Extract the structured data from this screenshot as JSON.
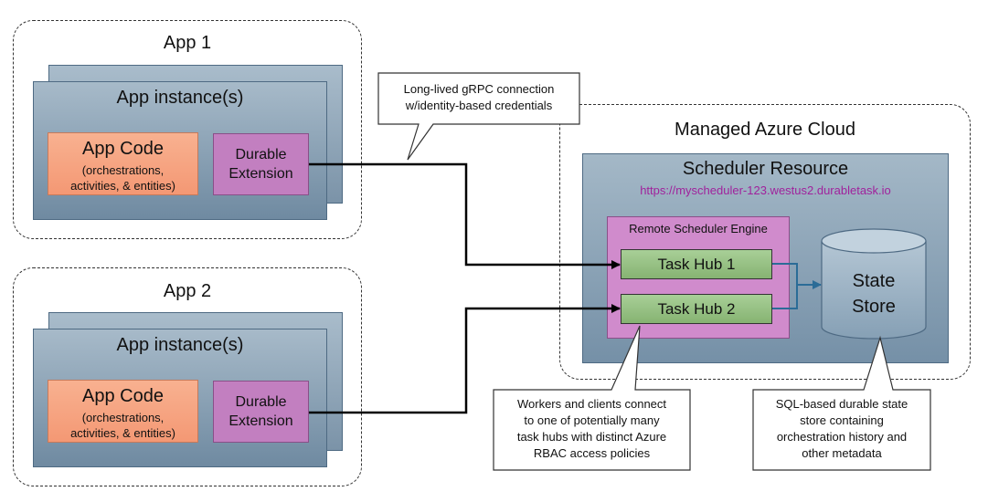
{
  "app1": {
    "title": "App 1",
    "instance_title": "App instance(s)",
    "code_title": "App Code",
    "code_sub1": "(orchestrations,",
    "code_sub2": "activities, & entities)",
    "ext_line1": "Durable",
    "ext_line2": "Extension"
  },
  "app2": {
    "title": "App 2",
    "instance_title": "App instance(s)",
    "code_title": "App Code",
    "code_sub1": "(orchestrations,",
    "code_sub2": "activities, & entities)",
    "ext_line1": "Durable",
    "ext_line2": "Extension"
  },
  "callouts": {
    "grpc_line1": "Long-lived gRPC connection",
    "grpc_line2": "w/identity-based credentials",
    "workers_line1": "Workers and clients connect",
    "workers_line2": "to one of potentially many",
    "workers_line3": "task hubs with distinct Azure",
    "workers_line4": "RBAC access policies",
    "sql_line1": "SQL-based durable state",
    "sql_line2": "store containing",
    "sql_line3": "orchestration history and",
    "sql_line4": "other metadata"
  },
  "cloud": {
    "title": "Managed Azure Cloud",
    "scheduler_title": "Scheduler Resource",
    "scheduler_url": "https://myscheduler-123.westus2.durabletask.io",
    "engine_title": "Remote Scheduler Engine",
    "hub1": "Task Hub 1",
    "hub2": "Task Hub 2",
    "store_line1": "State",
    "store_line2": "Store"
  },
  "colors": {
    "url": "#a0229c",
    "connector": "#000000",
    "store_arrow": "#2b6c97"
  }
}
